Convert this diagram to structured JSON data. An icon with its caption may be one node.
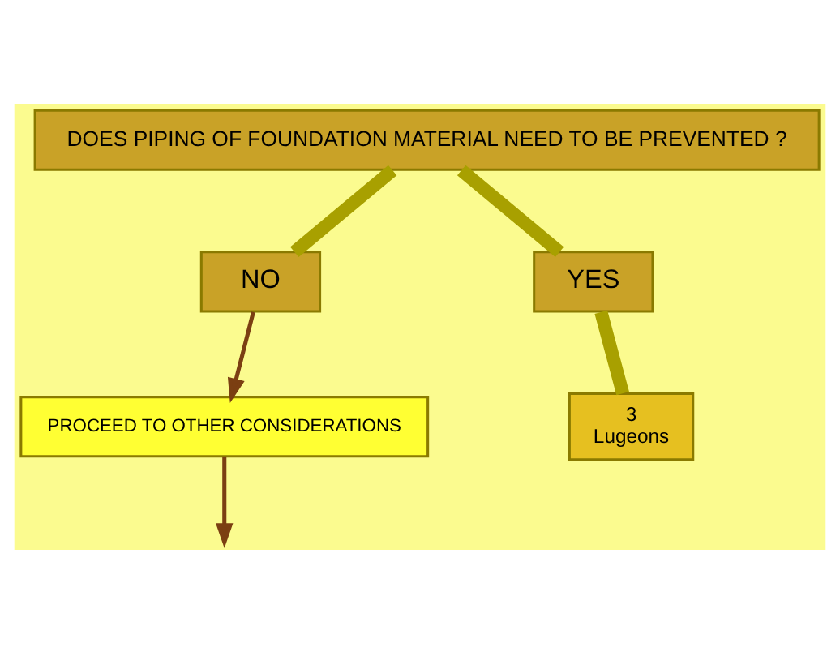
{
  "diagram": {
    "nodes": [
      {
        "text": [
          "DOES PIPING OF FOUNDATION MATERIAL NEED TO BE PREVENTED ?"
        ]
      },
      {
        "text": [
          "NO"
        ]
      },
      {
        "text": [
          "YES"
        ]
      },
      {
        "text": [
          "PROCEED TO OTHER CONSIDERATIONS"
        ]
      },
      {
        "text": [
          "3",
          "Lugeons"
        ]
      }
    ],
    "edges": [
      {
        "from": 0,
        "to": 1,
        "arrow": "none"
      },
      {
        "from": 0,
        "to": 2,
        "arrow": "none"
      },
      {
        "from": 1,
        "to": 3,
        "arrow": "to",
        "color": "#7b3f12"
      },
      {
        "from": 3,
        "to": null,
        "arrow": "to",
        "color": "#7b3f12"
      },
      {
        "from": 2,
        "to": 4,
        "arrow": "none"
      }
    ]
  }
}
